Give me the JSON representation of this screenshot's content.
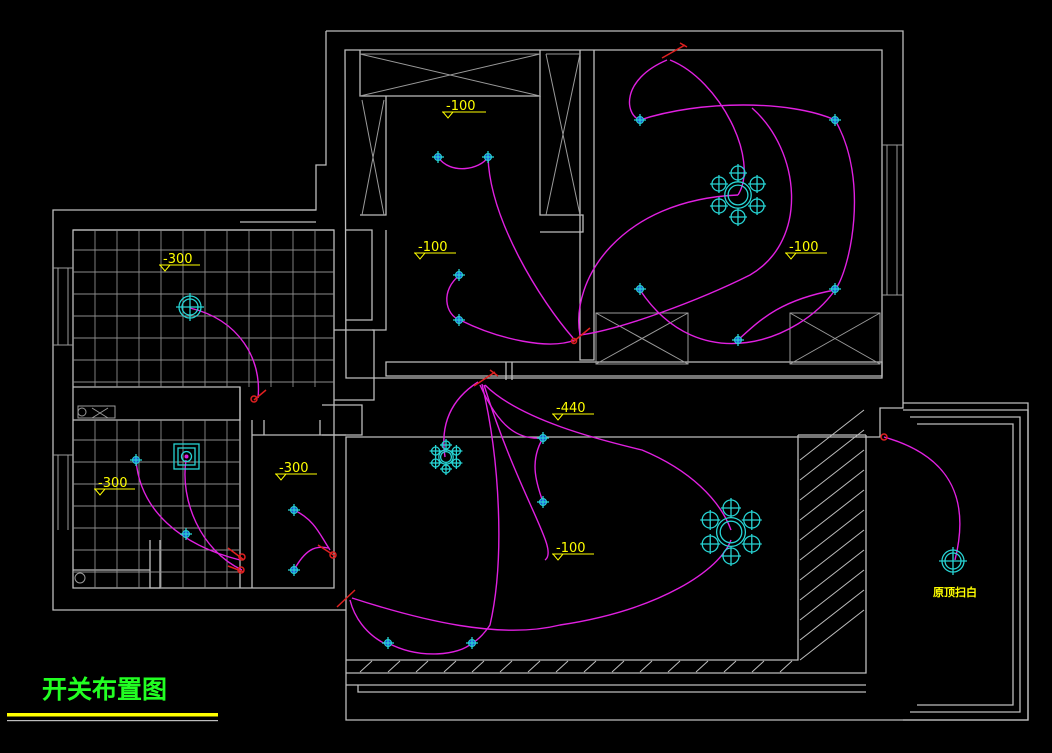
{
  "drawing_title": "开关布置图",
  "balcony_note": "原顶扫白",
  "levels": [
    "-100",
    "-100",
    "-100",
    "-300",
    "-300",
    "-300",
    "-440",
    "-100"
  ],
  "colors": {
    "wire": "#e020e0",
    "light": "#27d3d3",
    "switch": "#e02020",
    "text": "#ffff00",
    "title": "#22ff22",
    "wall": "#bdbdbd"
  }
}
